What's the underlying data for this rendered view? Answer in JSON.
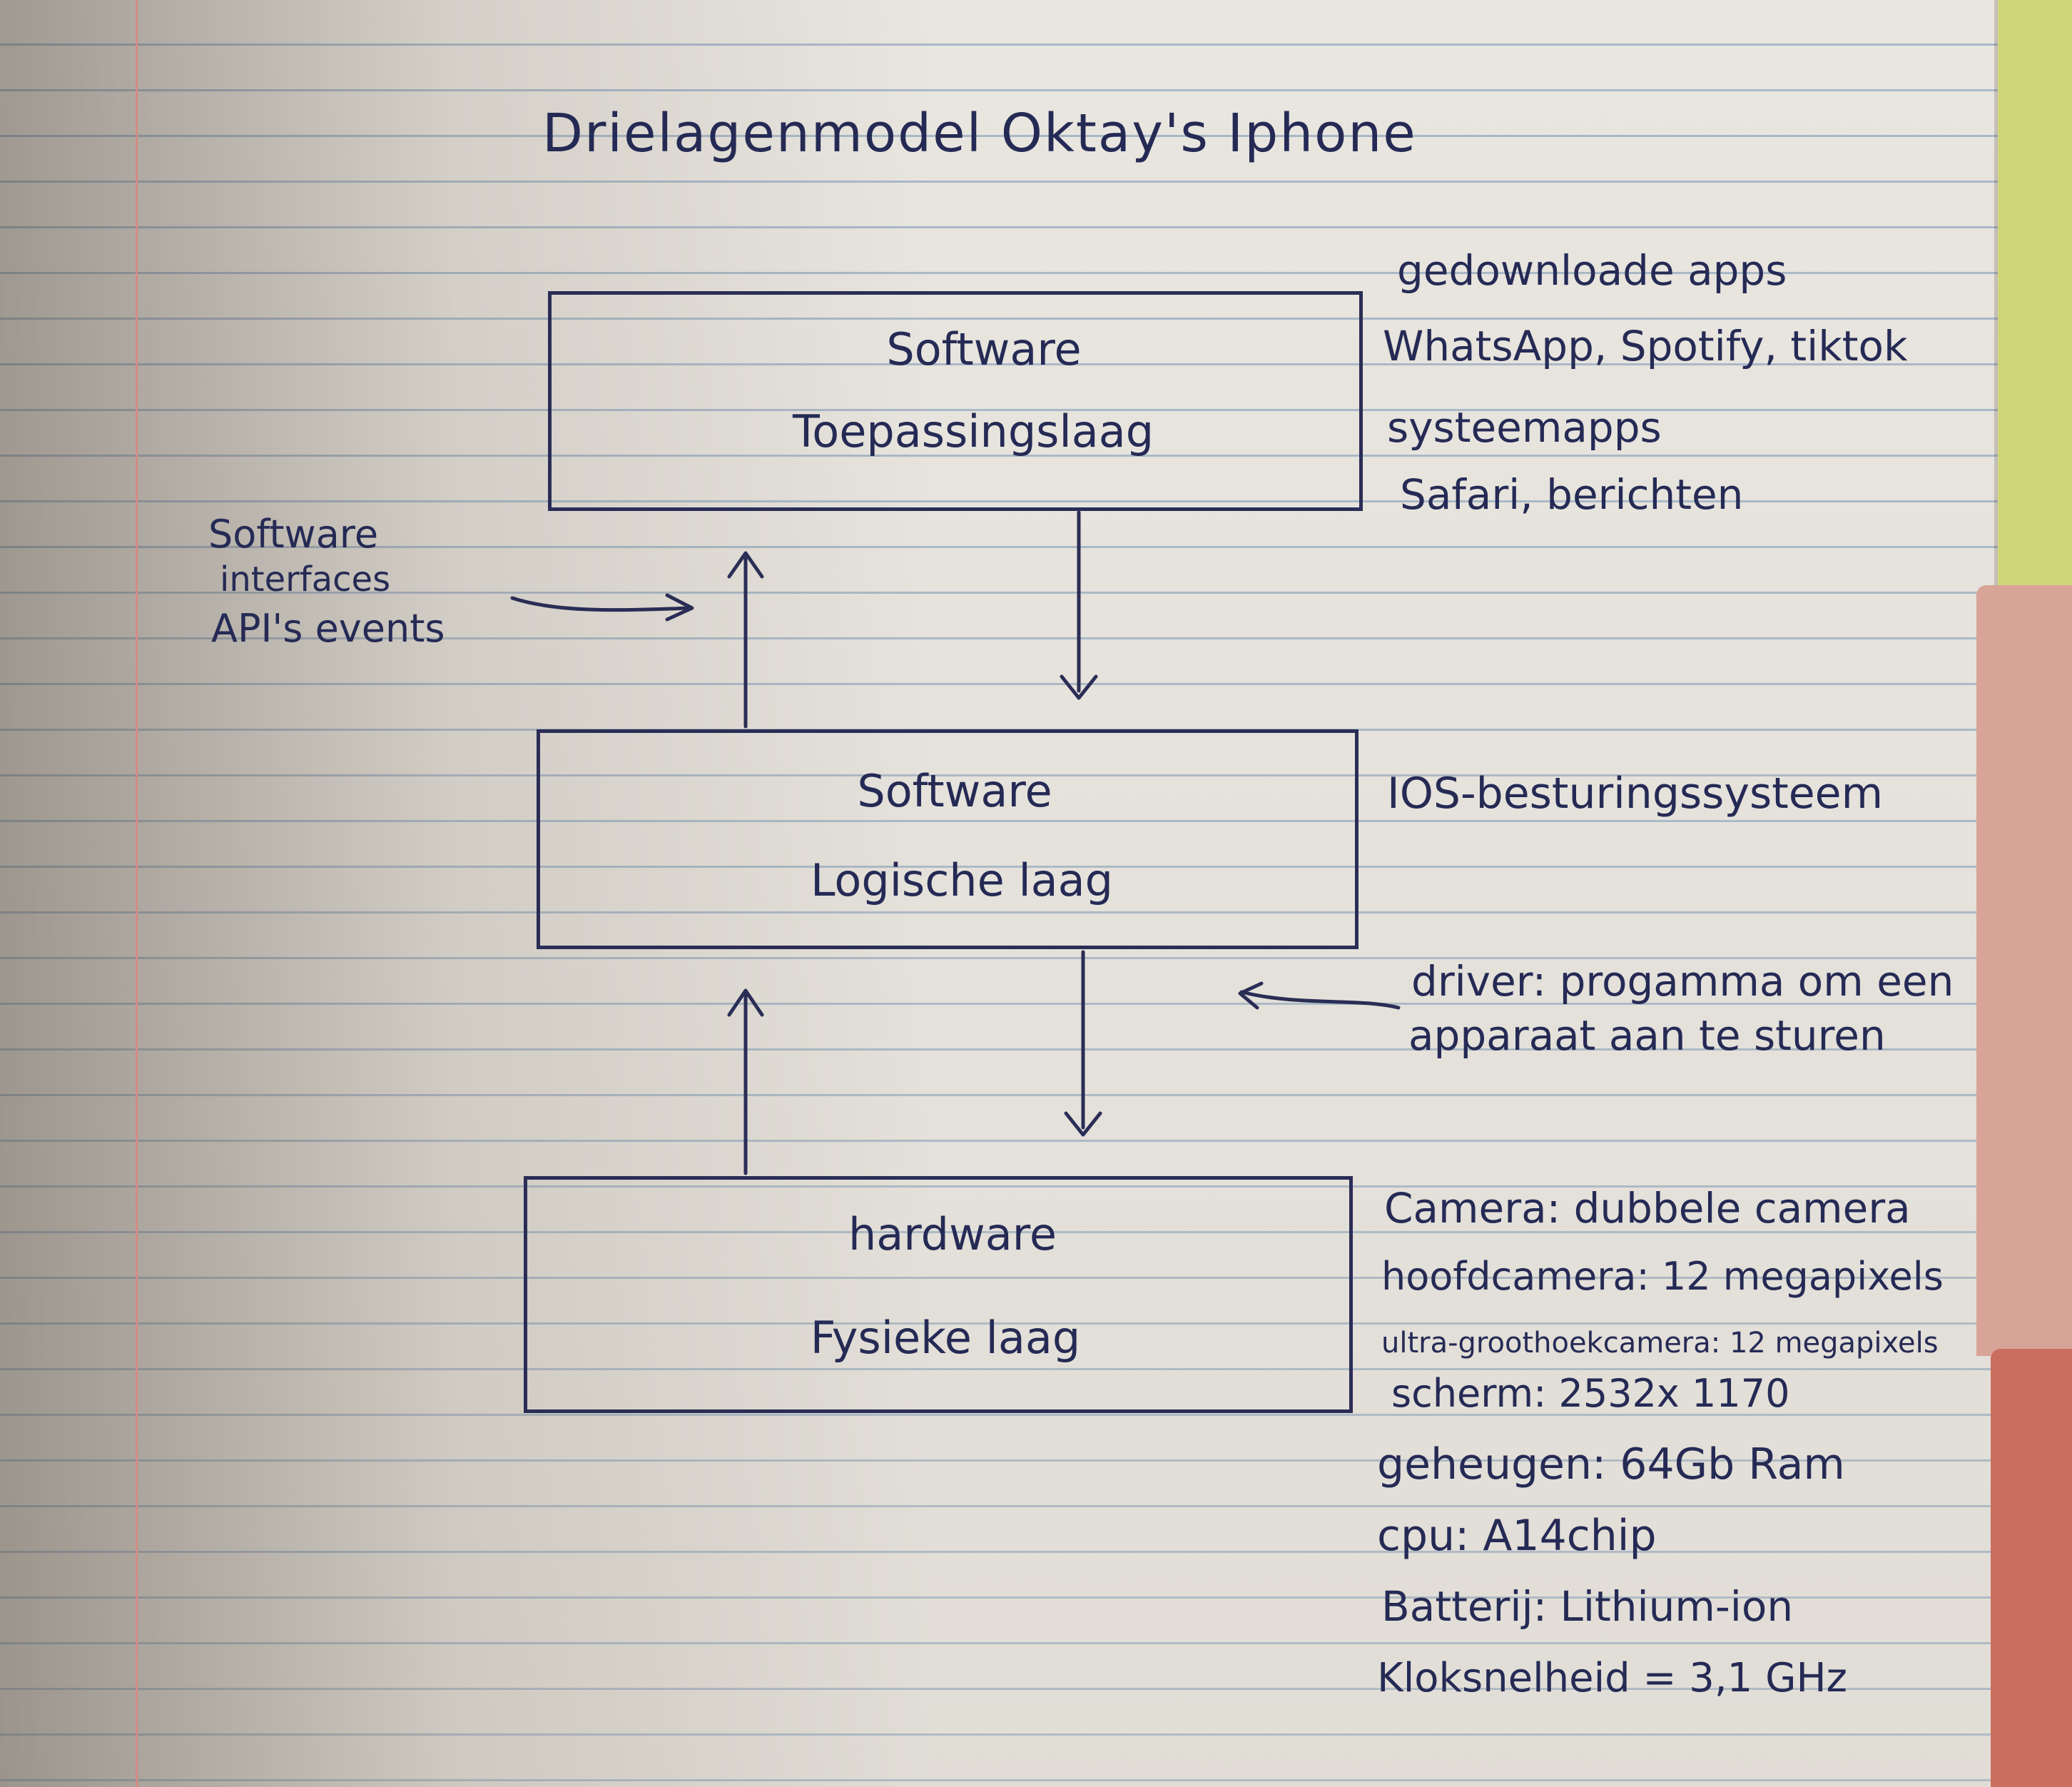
{
  "title": "Drielagenmodel Oktay's Iphone",
  "layers": [
    {
      "line1": "Software",
      "line2": "Toepassingslaag",
      "notes": [
        "gedownloade apps",
        "WhatsApp, Spotify, tiktok",
        "systeemapps",
        "Safari, berichten"
      ]
    },
    {
      "line1": "Software",
      "line2": "Logische laag",
      "notes": [
        "IOS-besturingssysteem"
      ]
    },
    {
      "line1": "hardware",
      "line2": "Fysieke laag",
      "notes": [
        "Camera: dubbele camera",
        "hoofdcamera: 12 megapixels",
        "ultra-groothoekcamera: 12 megapixels",
        "scherm: 2532x 1170",
        "geheugen: 64Gb Ram",
        "cpu: A14chip",
        "Batterij: Lithium-ion",
        "Kloksnelheid = 3,1 GHz"
      ]
    }
  ],
  "side_notes": {
    "interfaces": [
      "Software",
      "interfaces",
      "API's events"
    ],
    "driver": [
      "driver: progamma om een",
      "apparaat aan te sturen"
    ]
  },
  "colors": {
    "ink": "#252a55",
    "paper": "#e9e6e0",
    "rule": "#a8b8c8",
    "margin": "#d68a86"
  }
}
